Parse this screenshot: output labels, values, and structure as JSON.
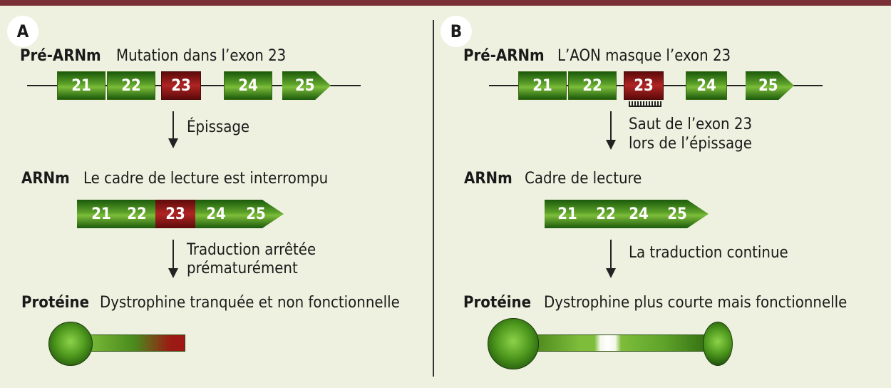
{
  "panel_a": {
    "label": "A",
    "pre_mrna_label": "Pré-ARNm",
    "pre_mrna_note": "Mutation dans l’exon 23",
    "exons": [
      "21",
      "22",
      "23",
      "24",
      "25"
    ],
    "step1": "Épissage",
    "mrna_label": "ARNm",
    "mrna_note": "Le cadre de lecture est interrompu",
    "mrna_exons": [
      "21",
      "22",
      "23",
      "24",
      "25"
    ],
    "step2_line1": "Traduction arrêtée",
    "step2_line2": "prématurément",
    "protein_label": "Protéine",
    "protein_note": "Dystrophine tranquée et non fonctionnelle"
  },
  "panel_b": {
    "label": "B",
    "pre_mrna_label": "Pré-ARNm",
    "pre_mrna_note": "L’AON masque l’exon 23",
    "exons": [
      "21",
      "22",
      "23",
      "24",
      "25"
    ],
    "step1_line1": "Saut de l’exon 23",
    "step1_line2": "lors de l’épissage",
    "mrna_label": "ARNm",
    "mrna_note": "Cadre de lecture",
    "mrna_exons": [
      "21",
      "22",
      "24",
      "25"
    ],
    "step2": "La traduction continue",
    "protein_label": "Protéine",
    "protein_note": "Dystrophine plus courte mais fonctionnelle"
  },
  "colors": {
    "background": "#eef1df",
    "top_bar": "#7a3036",
    "exon_normal": "#5ea22a",
    "exon_mutated": "#b02424"
  }
}
